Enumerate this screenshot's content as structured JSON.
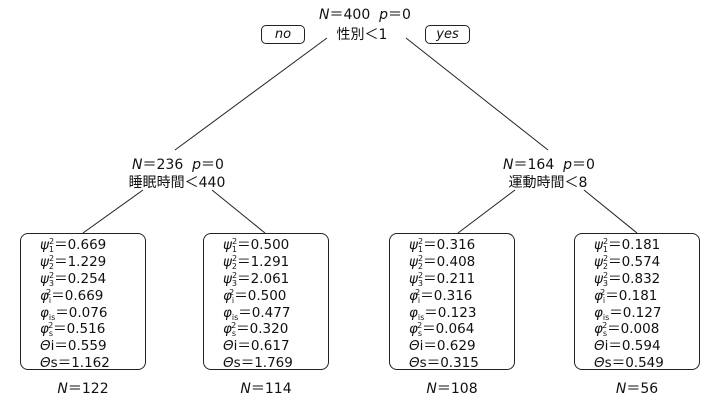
{
  "root": {
    "n": "400",
    "p": "0",
    "condition": "性別＜1"
  },
  "branches": {
    "left": "no",
    "right": "yes"
  },
  "internal": [
    {
      "n": "236",
      "p": "0",
      "condition": "睡眠時間＜440"
    },
    {
      "n": "164",
      "p": "0",
      "condition": "運動時間＜8"
    }
  ],
  "leaves": [
    {
      "n": "122",
      "values": [
        "0.669",
        "1.229",
        "0.254",
        "0.669",
        "0.076",
        "0.516",
        "0.559",
        "1.162"
      ]
    },
    {
      "n": "114",
      "values": [
        "0.500",
        "1.291",
        "2.061",
        "0.500",
        "0.477",
        "0.320",
        "0.617",
        "1.769"
      ]
    },
    {
      "n": "108",
      "values": [
        "0.316",
        "0.408",
        "0.211",
        "0.316",
        "0.123",
        "0.064",
        "0.629",
        "0.315"
      ]
    },
    {
      "n": "56",
      "values": [
        "0.181",
        "0.574",
        "0.832",
        "0.181",
        "0.127",
        "0.008",
        "0.594",
        "0.549"
      ]
    }
  ],
  "parameter_labels": [
    {
      "base": "ψ",
      "sub": "1",
      "sup": "2"
    },
    {
      "base": "ψ",
      "sub": "2",
      "sup": "2"
    },
    {
      "base": "ψ",
      "sub": "3",
      "sup": "2"
    },
    {
      "base": "φ",
      "sub": "i",
      "sup": "2"
    },
    {
      "base": "φ",
      "sub": "is",
      "sup": ""
    },
    {
      "base": "φ",
      "sub": "s",
      "sup": "2"
    },
    {
      "base": "Θ",
      "sub": "",
      "sup": "",
      "suffix": "i"
    },
    {
      "base": "Θ",
      "sub": "",
      "sup": "",
      "suffix": "s"
    }
  ],
  "symbols": {
    "n_label": "N",
    "p_label": "p",
    "eq": "＝"
  }
}
